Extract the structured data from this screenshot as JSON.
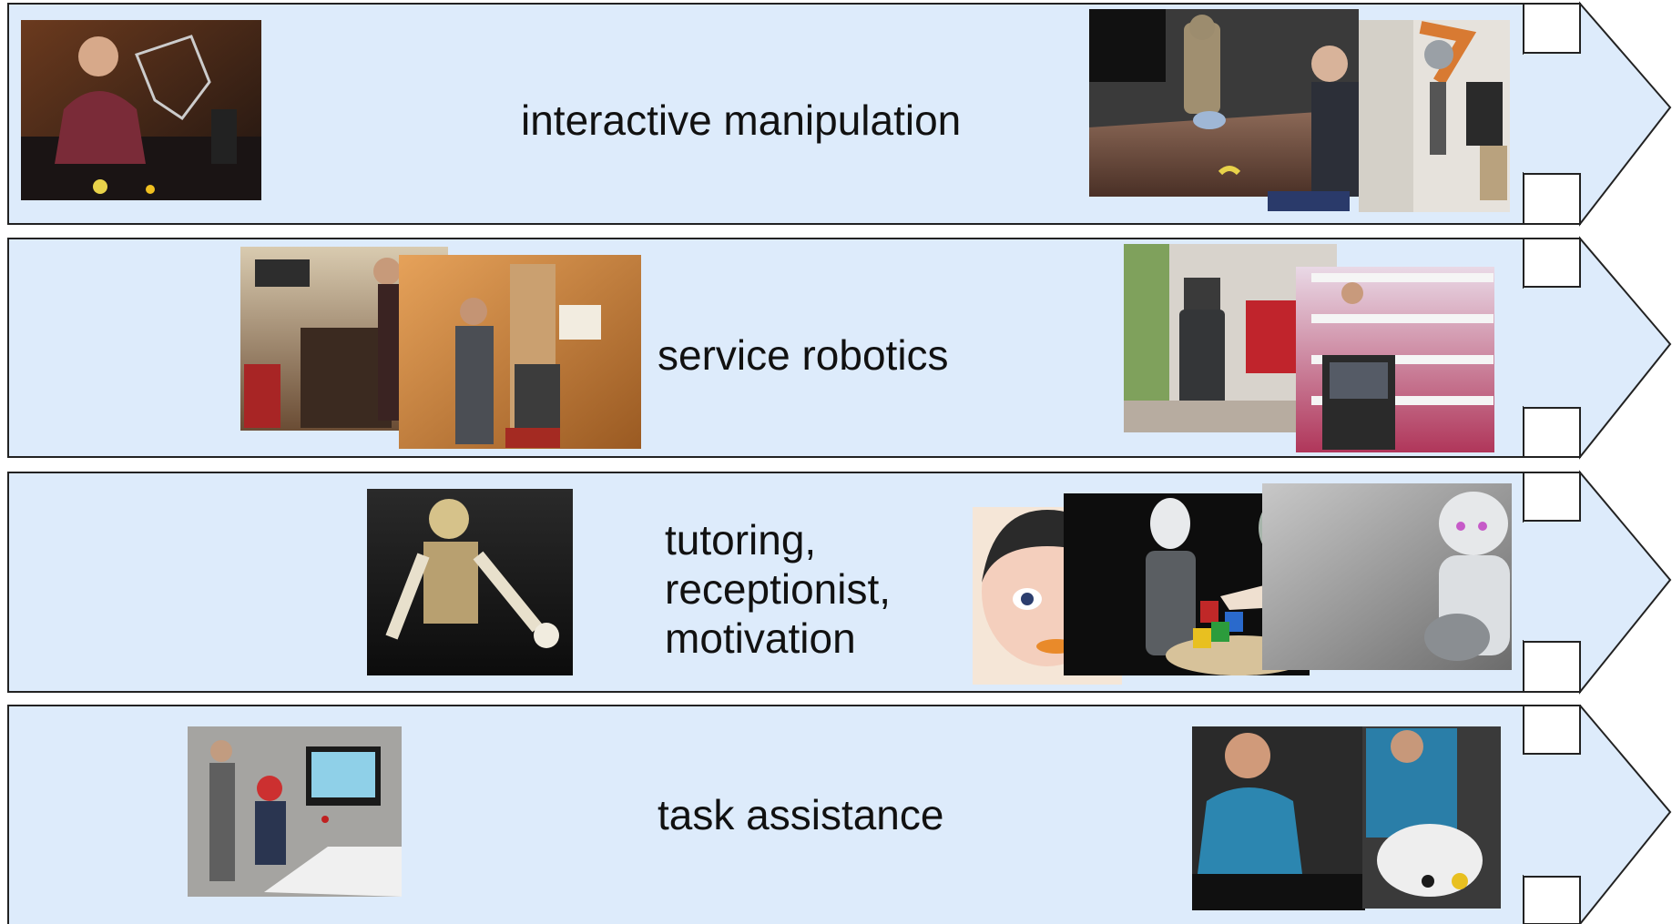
{
  "colors": {
    "band_fill": "#ddebfb",
    "band_stroke": "#222222",
    "text": "#111111"
  },
  "rows": [
    {
      "label": "interactive manipulation",
      "photos": [
        "person-with-tabletop-robot-arm-photo",
        "humanoid-robot-at-table-photo",
        "robot-arm-in-kitchen-photo"
      ]
    },
    {
      "label": "service robotics",
      "photos": [
        "man-in-living-room-photo",
        "man-beside-robot-in-room-photo",
        "mobile-robot-in-living-room-photo",
        "robot-shopping-cart-in-toy-store-photo"
      ]
    },
    {
      "label_lines": [
        "tutoring,",
        "receptionist,",
        "motivation"
      ],
      "photos": [
        "humanoid-robot-torso-photo",
        "cartoon-girl-face-render",
        "child-robot-with-cups-photo",
        "cartoon-robot-render",
        "small-humanoid-robot-photo"
      ]
    },
    {
      "label": "task assistance",
      "photos": [
        "vr-headset-user-at-desk-photo",
        "woman-brushing-teeth-photo",
        "sink-with-toothbrush-photo"
      ]
    }
  ]
}
